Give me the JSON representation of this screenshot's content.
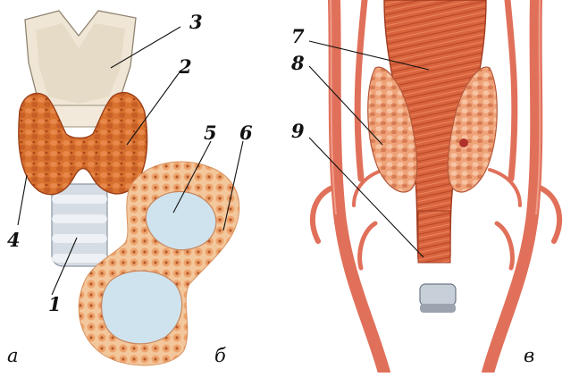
{
  "panels": {
    "a": {
      "letter": "а"
    },
    "b": {
      "letter": "б"
    },
    "c": {
      "letter": "в"
    }
  },
  "callouts": {
    "n1": "1",
    "n2": "2",
    "n3": "3",
    "n4": "4",
    "n5": "5",
    "n6": "6",
    "n7": "7",
    "n8": "8",
    "n9": "9"
  },
  "colors": {
    "gland": "#d9722f",
    "gland_dark": "#a8451c",
    "cartilage": "#efe6d5",
    "trachea": "#d6dce4",
    "follicle_lumen": "#cfe3ee",
    "follicle_cells": "#f0b07a",
    "muscle": "#d85f3a",
    "vessel": "#e0705a"
  }
}
